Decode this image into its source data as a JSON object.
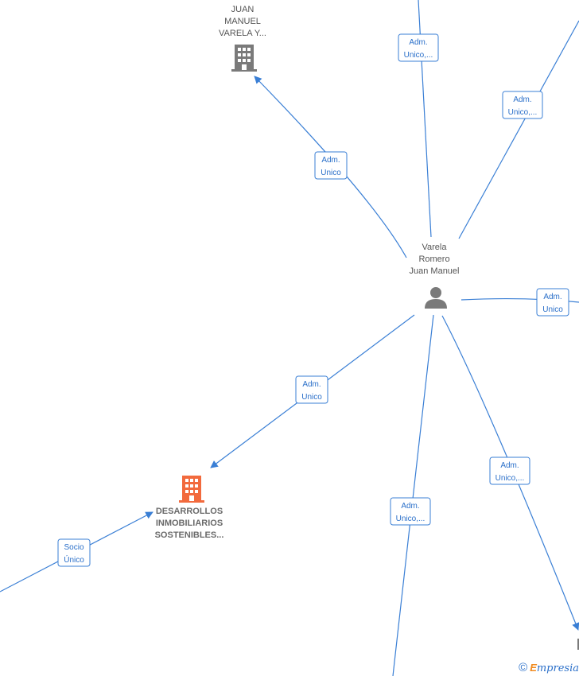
{
  "center_person": {
    "name_lines": [
      "Varela",
      "Romero",
      "Juan Manuel"
    ],
    "icon": "person-icon",
    "color": "#7a7a7a"
  },
  "companies": [
    {
      "id": "juan-manuel-varela",
      "name_lines": [
        "JUAN",
        "MANUEL",
        "VARELA Y..."
      ],
      "icon": "building-icon",
      "color": "#7a7a7a"
    },
    {
      "id": "desarrollos",
      "name_lines": [
        "DESARROLLOS",
        "INMOBILIARIOS",
        "SOSTENIBLES..."
      ],
      "icon": "building-icon",
      "color": "#f26a3d"
    }
  ],
  "edge_labels": [
    {
      "id": "e1",
      "lines": [
        "Adm.",
        "Unico"
      ]
    },
    {
      "id": "e2",
      "lines": [
        "Adm.",
        "Unico,..."
      ]
    },
    {
      "id": "e3",
      "lines": [
        "Adm.",
        "Unico,..."
      ]
    },
    {
      "id": "e4",
      "lines": [
        "Adm.",
        "Unico"
      ]
    },
    {
      "id": "e5",
      "lines": [
        "Adm.",
        "Unico"
      ]
    },
    {
      "id": "e6",
      "lines": [
        "Adm.",
        "Unico,..."
      ]
    },
    {
      "id": "e7",
      "lines": [
        "Adm.",
        "Unico,..."
      ]
    },
    {
      "id": "e8",
      "lines": [
        "Socio",
        "Único"
      ]
    }
  ],
  "watermark": {
    "symbol": "©",
    "brand_initial": "E",
    "brand_rest": "mpresia"
  },
  "colors": {
    "edge": "#3a7fd5",
    "label_text": "#2a6fc9"
  }
}
